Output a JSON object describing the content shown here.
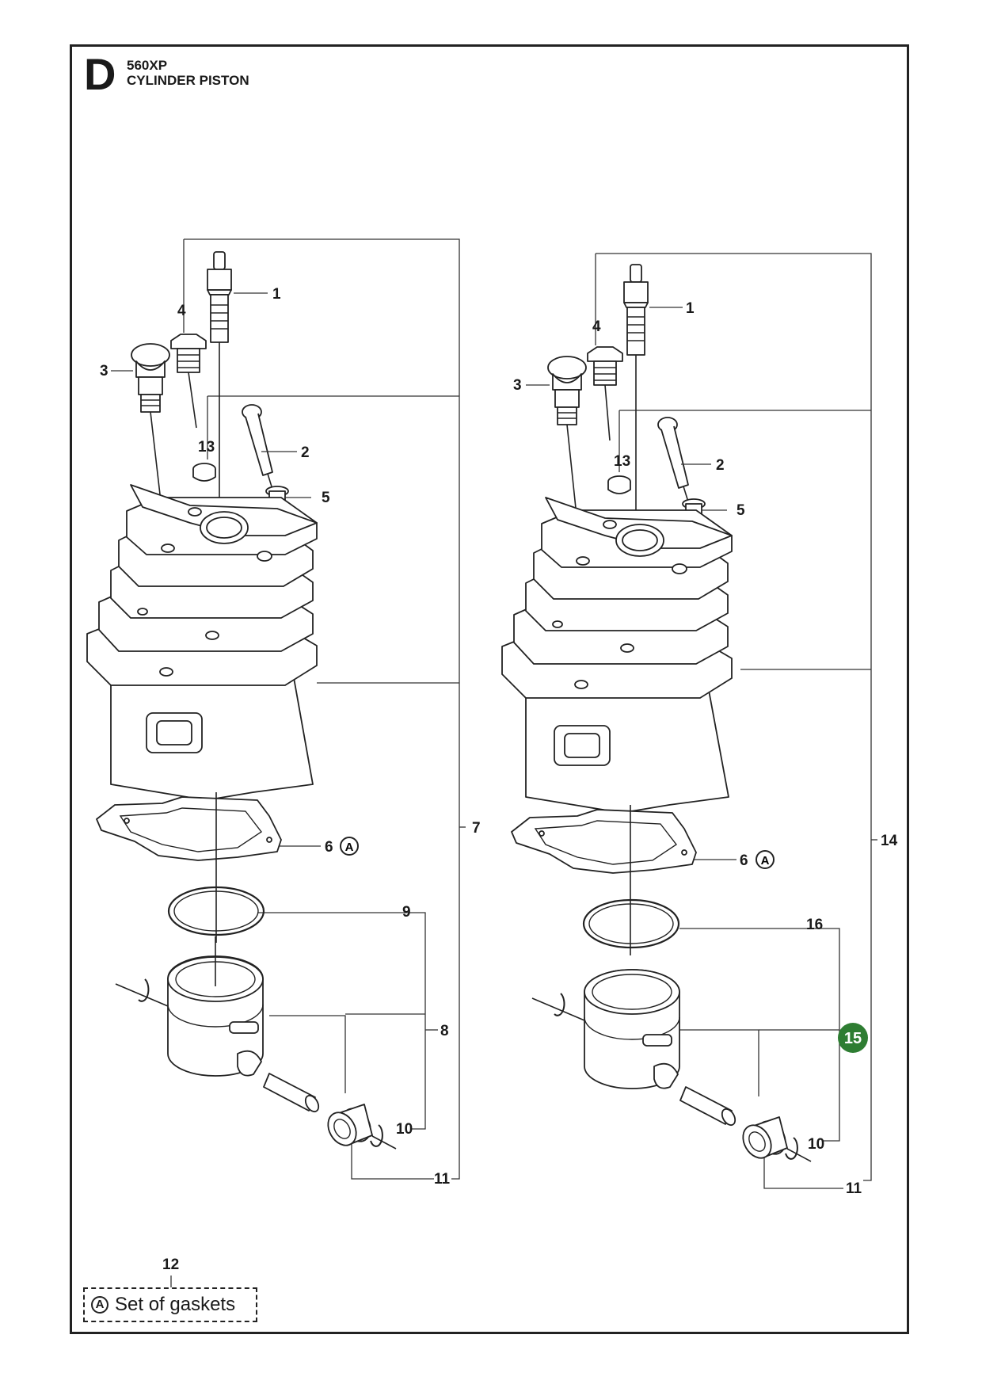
{
  "header": {
    "section_letter": "D",
    "model": "560XP",
    "title": "CYLINDER PISTON"
  },
  "callouts": {
    "c1": "1",
    "c2": "2",
    "c3": "3",
    "c4": "4",
    "c5": "5",
    "c6": "6",
    "c7": "7",
    "c8": "8",
    "c9": "9",
    "c10": "10",
    "c11": "11",
    "c12": "12",
    "c13": "13",
    "c14": "14",
    "c15": "15",
    "c16": "16"
  },
  "gasket_symbol": "A",
  "legend": {
    "symbol": "A",
    "text": "Set of gaskets"
  },
  "colors": {
    "highlight_badge": "#2e7d32",
    "line": "#222222"
  }
}
